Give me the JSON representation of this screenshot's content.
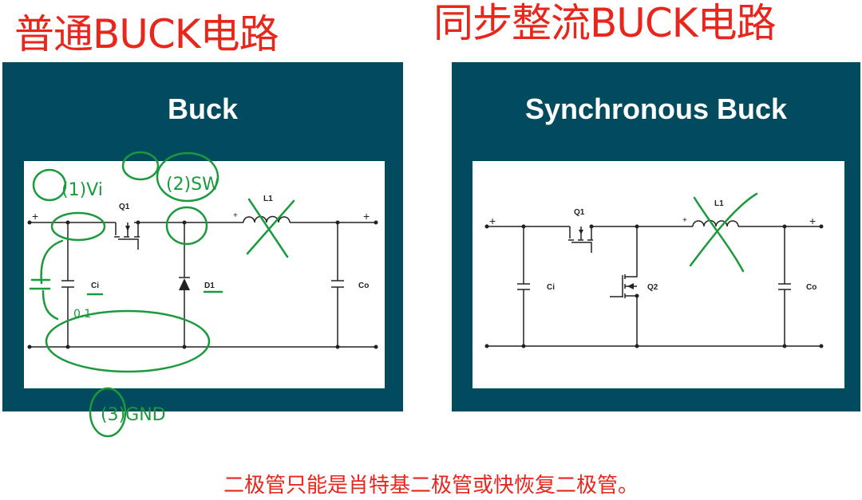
{
  "titles": {
    "left": "普通BUCK电路",
    "right": "同步整流BUCK电路"
  },
  "panels": {
    "left": {
      "heading": "Buck"
    },
    "right": {
      "heading": "Synchronous Buck"
    }
  },
  "circuit_left": {
    "labels": {
      "q1": "Q1",
      "l1": "L1",
      "ci": "Ci",
      "d1": "D1",
      "co": "Co",
      "plus": "+"
    },
    "annotations": {
      "a1": "(1)Vi",
      "a2": "(2)SW",
      "a3": "(3)GND",
      "a4": "0.1"
    }
  },
  "circuit_right": {
    "labels": {
      "q1": "Q1",
      "q2": "Q2",
      "l1": "L1",
      "ci": "Ci",
      "co": "Co",
      "plus": "+"
    }
  },
  "footer_note": "二极管只能是肖特基二极管或快恢复二极管。",
  "colors": {
    "title": "#e8261c",
    "panel": "#024b5f",
    "annotation": "#1a9a3c"
  }
}
